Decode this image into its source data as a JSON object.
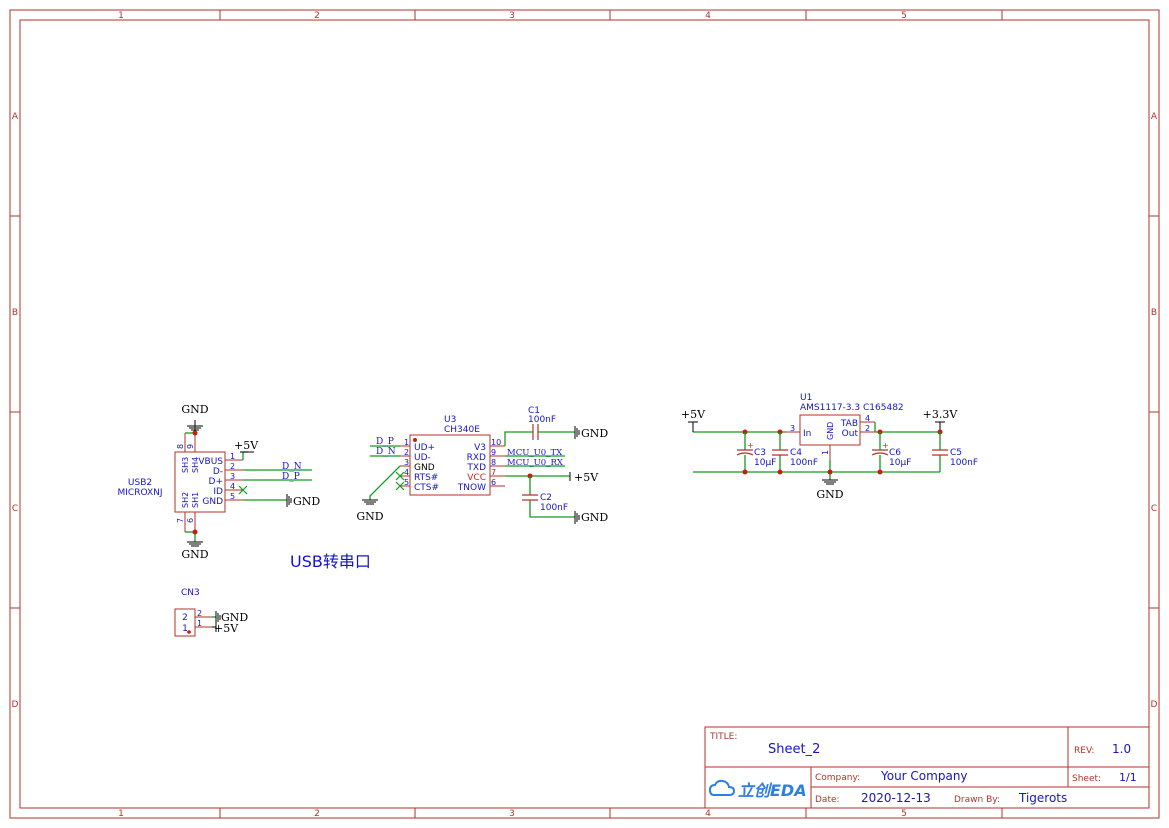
{
  "frame": {
    "columns": [
      "1",
      "2",
      "3",
      "4",
      "5"
    ],
    "rows": [
      "A",
      "B",
      "C",
      "D"
    ]
  },
  "usb2": {
    "ref": "USB2",
    "value": "MICROXNJ",
    "pins": [
      "VBUS",
      "D-",
      "D+",
      "ID",
      "GND"
    ],
    "pin_numbers": [
      "1",
      "2",
      "3",
      "4",
      "5"
    ],
    "shield_top": [
      "SH3",
      "SH4"
    ],
    "shield_top_nums": [
      "8",
      "9"
    ],
    "shield_bottom": [
      "SH2",
      "SH1"
    ],
    "shield_bottom_nums": [
      "7",
      "6"
    ],
    "gnd_top": "GND",
    "gnd_bottom": "GND",
    "vcc": "+5V",
    "net_dn": "D_N",
    "net_dp": "D_P",
    "gnd_right": "GND"
  },
  "u3": {
    "ref": "U3",
    "value": "CH340E",
    "left_pins": [
      "UD+",
      "UD-",
      "GND",
      "RTS#",
      "CTS#"
    ],
    "left_nums": [
      "1",
      "2",
      "3",
      "4",
      "5"
    ],
    "right_pins": [
      "V3",
      "RXD",
      "TXD",
      "VCC",
      "TNOW"
    ],
    "right_nums": [
      "10",
      "9",
      "8",
      "7",
      "6"
    ],
    "net_dp": "D_P",
    "net_dn": "D_N",
    "gnd_left": "GND",
    "net_tx": "MCU_U0_TX",
    "net_rx": "MCU_U0_RX",
    "vcc": "+5V"
  },
  "c1": {
    "ref": "C1",
    "value": "100nF",
    "gnd": "GND"
  },
  "c2": {
    "ref": "C2",
    "value": "100nF",
    "gnd": "GND"
  },
  "title_note": "USB转串口",
  "cn3": {
    "ref": "CN3",
    "nums": [
      "2",
      "1"
    ],
    "gnd": "GND",
    "vcc": "+5V"
  },
  "u1": {
    "ref": "U1",
    "value": "AMS1117-3.3",
    "part": "C165482",
    "pin_in": "In",
    "pin_in_num": "3",
    "pin_tab": "TAB",
    "pin_tab_num": "4",
    "pin_out": "Out",
    "pin_out_num": "2",
    "pin_gnd": "GND",
    "pin_gnd_num": "1",
    "vin": "+5V",
    "vout": "+3.3V",
    "gnd": "GND"
  },
  "c3": {
    "ref": "C3",
    "value": "10µF"
  },
  "c4": {
    "ref": "C4",
    "value": "100nF"
  },
  "c6": {
    "ref": "C6",
    "value": "10µF"
  },
  "c5": {
    "ref": "C5",
    "value": "100nF"
  },
  "title_block": {
    "title_label": "TITLE:",
    "title": "Sheet_2",
    "rev_label": "REV:",
    "rev": "1.0",
    "company_label": "Company:",
    "company": "Your Company",
    "sheet_label": "Sheet:",
    "sheet": "1/1",
    "date_label": "Date:",
    "date": "2020-12-13",
    "drawn_label": "Drawn By:",
    "drawn_by": "Tigerots",
    "logo_text": "立创EDA"
  },
  "colors": {
    "frame": "#b2332a",
    "wire": "#119c1c",
    "text": "#1515c6",
    "power_pin": "#d4231c",
    "junction": "#c81c12"
  }
}
